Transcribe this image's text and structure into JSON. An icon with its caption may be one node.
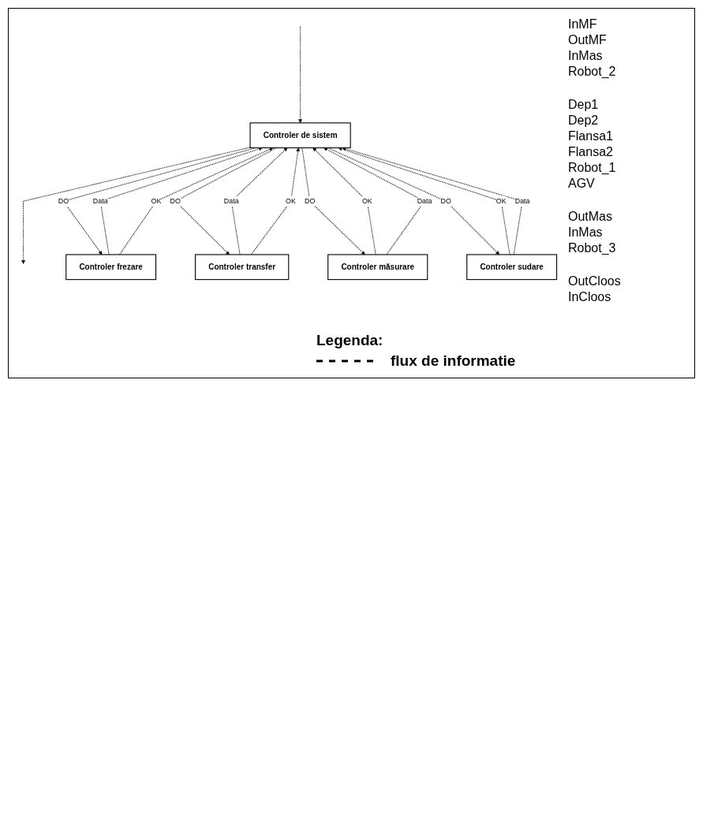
{
  "diagram": {
    "nodes": [
      {
        "text": [
          "Controler de sistem"
        ]
      },
      {
        "text": [
          "Controler frezare"
        ]
      },
      {
        "text": [
          "Controler transfer"
        ]
      },
      {
        "text": [
          "Controler măsurare"
        ]
      },
      {
        "text": [
          "Controler sudare"
        ]
      }
    ],
    "edges": [
      {
        "from": 0,
        "to": null,
        "arrow": "to",
        "style": "dashed"
      },
      {
        "from": null,
        "to": 0,
        "arrow": "to",
        "style": "dashed"
      },
      {
        "from": 1,
        "to": 0,
        "arrow": "to",
        "style": "dashed",
        "label": "Data"
      },
      {
        "from": 1,
        "to": 0,
        "arrow": "to",
        "style": "dashed",
        "label": "OK"
      },
      {
        "from": 0,
        "to": 1,
        "arrow": "to",
        "style": "dashed",
        "label": "DO"
      },
      {
        "from": 2,
        "to": 0,
        "arrow": "to",
        "style": "dashed",
        "label": "Data"
      },
      {
        "from": 2,
        "to": 0,
        "arrow": "to",
        "style": "dashed",
        "label": "OK"
      },
      {
        "from": 0,
        "to": 2,
        "arrow": "to",
        "style": "dashed",
        "label": "DO"
      },
      {
        "from": 0,
        "to": 3,
        "arrow": "to",
        "style": "dashed",
        "label": "DO"
      },
      {
        "from": 3,
        "to": 0,
        "arrow": "to",
        "style": "dashed",
        "label": "OK"
      },
      {
        "from": 3,
        "to": 0,
        "arrow": "to",
        "style": "dashed",
        "label": "Data"
      },
      {
        "from": 0,
        "to": 4,
        "arrow": "to",
        "style": "dashed",
        "label": "DO"
      },
      {
        "from": 4,
        "to": 0,
        "arrow": "to",
        "style": "dashed",
        "label": "OK"
      },
      {
        "from": 4,
        "to": 0,
        "arrow": "to",
        "style": "dashed",
        "label": "Data"
      }
    ],
    "labels": [
      "InMF",
      "OutMF",
      "InMas",
      "Robot_2",
      "Dep1",
      "Dep2",
      "Flansa1",
      "Flansa2",
      "Robot_1",
      "AGV",
      "OutMas",
      "InMas",
      "Robot_3",
      "OutCloos",
      "InCloos",
      "Legenda:"
    ],
    "legend": [
      {
        "text": "flux de informatie"
      }
    ]
  }
}
